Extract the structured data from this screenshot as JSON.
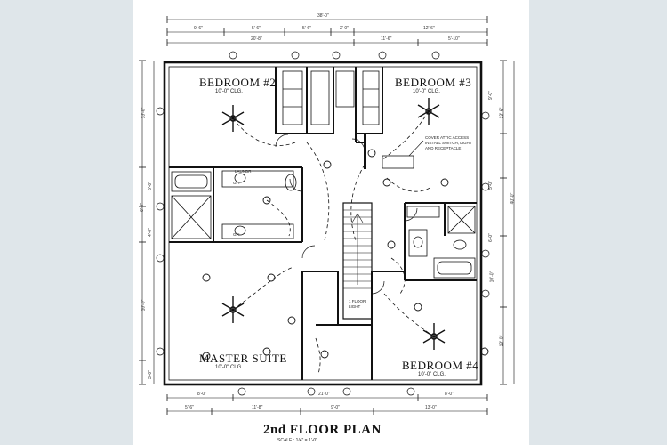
{
  "plan": {
    "title": "2nd FLOOR PLAN",
    "scale": "SCALE : 1/4\" = 1'-0\""
  },
  "rooms": {
    "bedroom2": {
      "name": "BEDROOM #2",
      "ceiling": "10'-0\" CLG."
    },
    "bedroom3": {
      "name": "BEDROOM #3",
      "ceiling": "10'-0\" CLG."
    },
    "master": {
      "name": "MASTER SUITE",
      "ceiling": "10'-0\" CLG."
    },
    "bedroom4": {
      "name": "BEDROOM #4",
      "ceiling": "10'-0\" CLG."
    }
  },
  "notes": {
    "attic": "COVER ATTIC ACCESS INSTALL SWITCH, LIGHT AND RECEPTACLE",
    "stair_floor": "1 FLOOR LIGHT",
    "fixture_a": "LAUNDR",
    "fixture_b": "GFI"
  },
  "dimensions": {
    "top_overall": "38'-0\"",
    "top_row": [
      "9'-6\"",
      "5'-6\"",
      "5'-6\"",
      "2'-0\"",
      "12'-6\""
    ],
    "top_row2": [
      "20'-8\"",
      "11'-6\"",
      "5'-10\""
    ],
    "bottom_row": [
      "8'-0\"",
      "21'-0\"",
      "8'-0\""
    ],
    "bottom_row2": [
      "5'-6\"",
      "11'-8\"",
      "9'-0\"",
      "13'-0\""
    ],
    "left": [
      "13'-0\"",
      "5'-0\"",
      "6'-0\"",
      "4'-0\"",
      "10'-0\"",
      "3'-0\""
    ],
    "right": [
      "9'-0\"",
      "13'-6\"",
      "5'-0\"",
      "6'-0\"",
      "40'-0\"",
      "10'-0\"",
      "13'-0\""
    ]
  }
}
